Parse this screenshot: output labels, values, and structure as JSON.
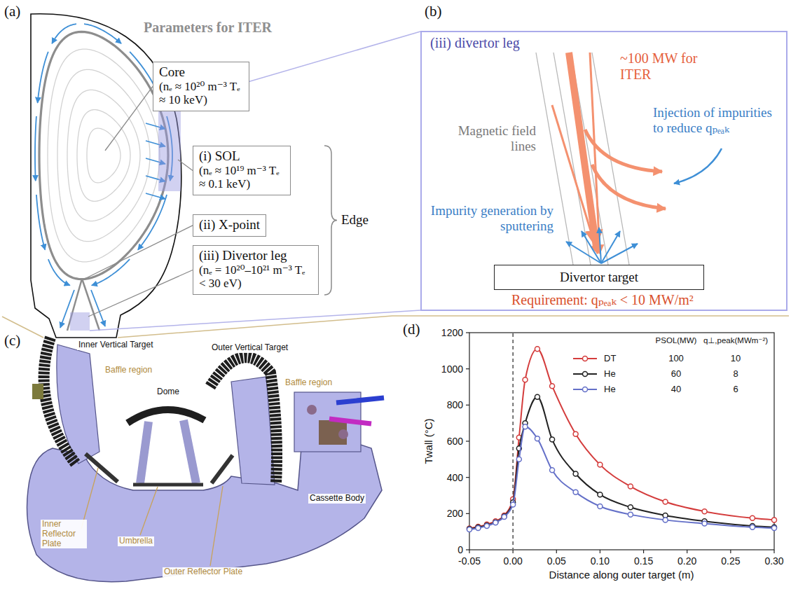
{
  "diagram": {
    "nodes": [
      {
        "text": [
          "Core",
          "(nₑ ≈ 10²⁰ m⁻³ Tₑ ≈ 10 keV)"
        ]
      },
      {
        "text": [
          "(i) SOL",
          "(nₑ ≈ 10¹⁹ m⁻³ Tₑ ≈ 0.1 keV)"
        ]
      },
      {
        "text": [
          "(ii) X-point"
        ]
      },
      {
        "text": [
          "(iii) Divertor leg",
          "(nₑ = 10²⁰–10²¹ m⁻³ Tₑ < 30 eV)"
        ]
      },
      {
        "text": [
          "(iii) divertor leg"
        ]
      },
      {
        "text": [
          "Divertor target"
        ],
        "in": 4
      }
    ],
    "labels": [
      "(a)",
      "Parameters for ITER",
      "Edge",
      "(b)",
      "Magnetic field lines",
      "~100 MW for ITER",
      "Injection of impurities to reduce qₚₑₐₖ",
      "Impurity generation by sputtering",
      "Requirement: qₚₑₐₖ < 10 MW/m²",
      "(c)",
      "Inner Vertical Target",
      "Baffle region",
      "Outer Vertical Target",
      "Baffle region",
      "Dome",
      "Cassette Body",
      "Inner Reflector Plate",
      "Umbrella",
      "Outer Reflector Plate",
      "(d)",
      "Twall (°C)",
      "0",
      "200",
      "400",
      "600",
      "800",
      "1000",
      "1200",
      "-0.05",
      "0.00",
      "0.05",
      "0.10",
      "0.15",
      "0.20",
      "0.25",
      "0.30",
      "Distance along outer target (m)",
      "PSOL(MW)",
      "q⊥,peak(MWm⁻²)",
      "100",
      "10",
      "60",
      "8",
      "40",
      "6"
    ],
    "legend": [
      {
        "text": "DT"
      },
      {
        "text": "He"
      },
      {
        "text": "He"
      }
    ]
  }
}
